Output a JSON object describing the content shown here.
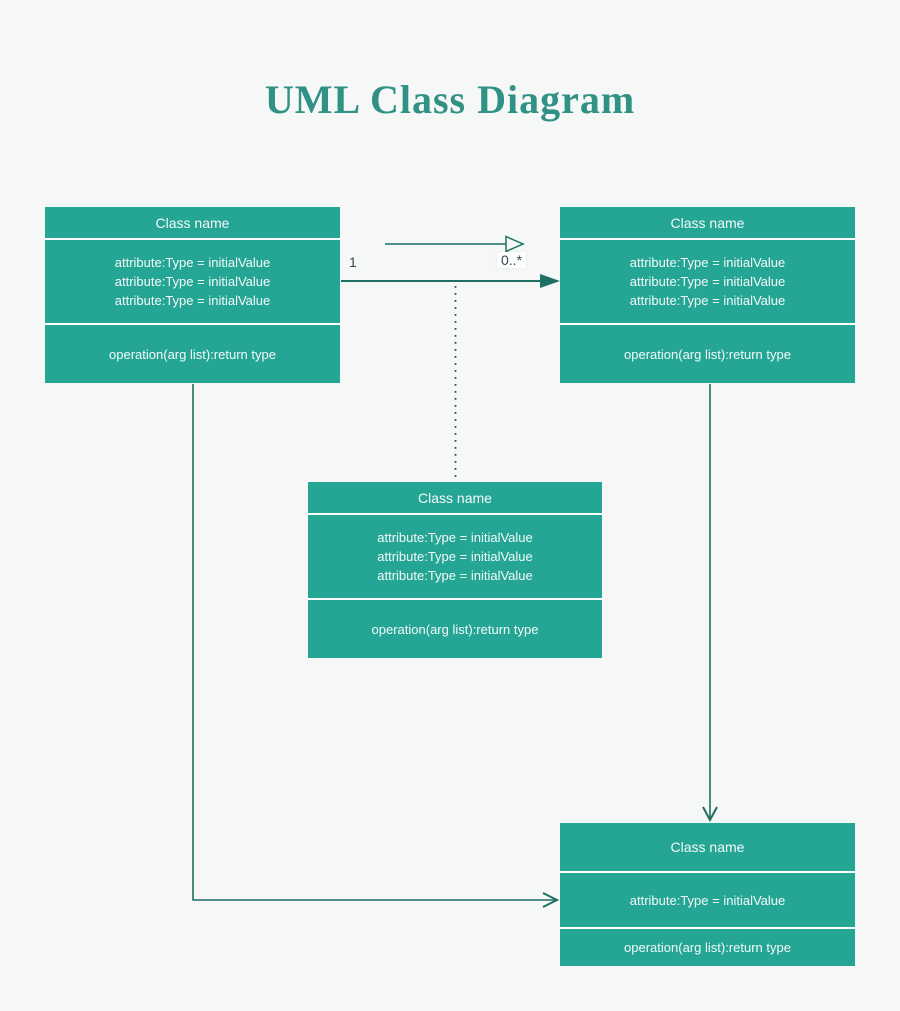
{
  "title": "UML Class Diagram",
  "colors": {
    "background": "#f6f7f7",
    "box_fill": "#25a695",
    "box_text": "#f2faf9",
    "separator": "#fcfefe",
    "title_text": "#2f9285",
    "connector": "#1f6f63",
    "label_text": "#37474f",
    "label_bg": "#fdfefe"
  },
  "classes": [
    {
      "position": "top-left",
      "name": "Class name",
      "attributes": [
        "attribute:Type = initialValue",
        "attribute:Type = initialValue",
        "attribute:Type = initialValue"
      ],
      "operations": [
        "operation(arg list):return type"
      ]
    },
    {
      "position": "top-right",
      "name": "Class name",
      "attributes": [
        "attribute:Type = initialValue",
        "attribute:Type = initialValue",
        "attribute:Type = initialValue"
      ],
      "operations": [
        "operation(arg list):return type"
      ]
    },
    {
      "position": "middle-center",
      "name": "Class name",
      "attributes": [
        "attribute:Type = initialValue",
        "attribute:Type = initialValue",
        "attribute:Type = initialValue"
      ],
      "operations": [
        "operation(arg list):return type"
      ]
    },
    {
      "position": "bottom-right",
      "name": "Class name",
      "attributes": [
        "attribute:Type = initialValue"
      ],
      "operations": [
        "operation(arg list):return type"
      ]
    }
  ],
  "connectors": {
    "association": {
      "source_multiplicity": "1",
      "target_multiplicity": "0..*"
    },
    "types": [
      "generalization-open-triangle",
      "association-solid-arrow",
      "dependency-dotted-line",
      "directed-association-vertical",
      "directed-association-elbow"
    ]
  }
}
